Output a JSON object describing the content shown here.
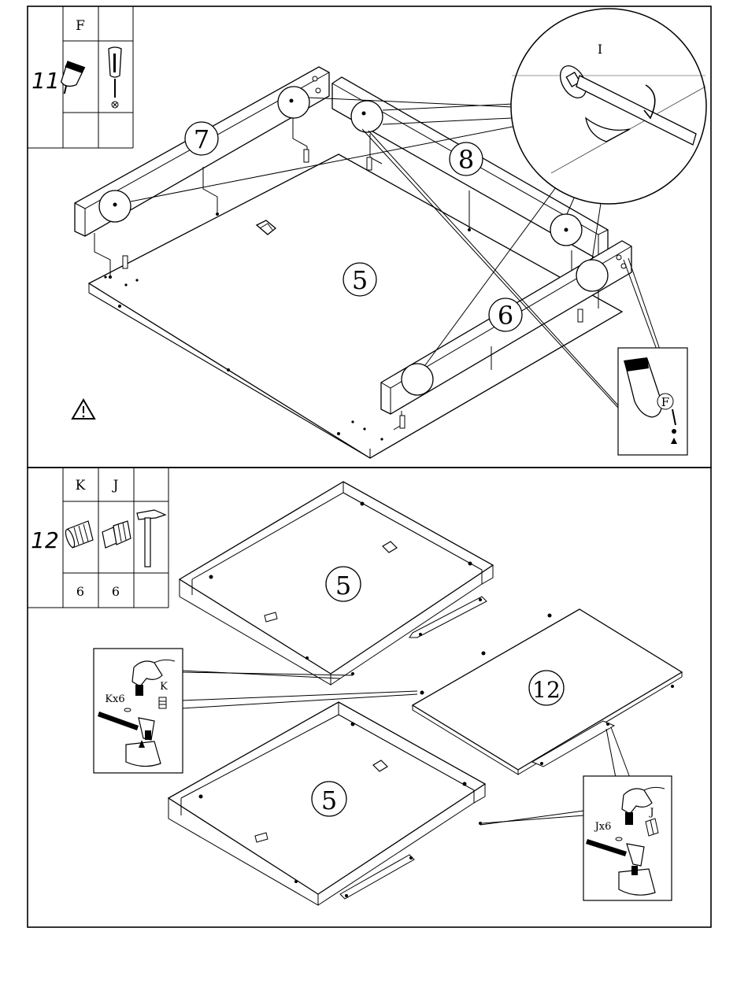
{
  "step11": {
    "number": "11",
    "parts": [
      {
        "letter": "F",
        "icon": "glue-bottle-icon",
        "qty": ""
      },
      {
        "letter": "",
        "icon": "screwdriver-icon",
        "qty": ""
      }
    ],
    "panel_labels": [
      "7",
      "8",
      "5",
      "6"
    ],
    "detail_label": "I",
    "glue_callout_label": "F",
    "warning_icon": "warning-icon"
  },
  "step12": {
    "number": "12",
    "parts": [
      {
        "letter": "K",
        "icon": "dowel-k-icon",
        "qty": "6"
      },
      {
        "letter": "J",
        "icon": "dowel-j-icon",
        "qty": "6"
      },
      {
        "letter": "",
        "icon": "hammer-icon",
        "qty": ""
      }
    ],
    "panel_labels": [
      "5",
      "12",
      "5"
    ],
    "callout_left": {
      "qty_label": "Kx6",
      "part_label": "K"
    },
    "callout_right": {
      "qty_label": "Jx6",
      "part_label": "J"
    }
  },
  "colors": {
    "line": "#000000",
    "paper": "#ffffff"
  }
}
